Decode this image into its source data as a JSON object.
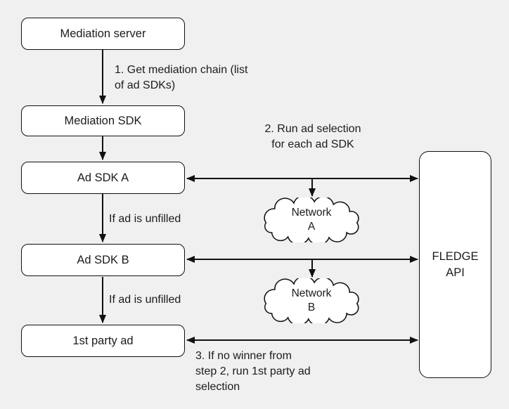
{
  "colors": {
    "background": "#f0f0f0",
    "node_fill": "#ffffff",
    "stroke": "#111111",
    "text": "#1c1c1e"
  },
  "nodes": {
    "mediation_server": {
      "label": "Mediation server"
    },
    "mediation_sdk": {
      "label": "Mediation SDK"
    },
    "ad_sdk_a": {
      "label": "Ad SDK A"
    },
    "ad_sdk_b": {
      "label": "Ad SDK B"
    },
    "first_party_ad": {
      "label": "1st party ad"
    },
    "fledge_api": {
      "label": "FLEDGE\nAPI"
    },
    "network_a": {
      "label": "Network\nA"
    },
    "network_b": {
      "label": "Network\nB"
    }
  },
  "annotations": {
    "step1": "1. Get mediation chain (list\nof ad SDKs)",
    "step2": "2. Run ad selection\nfor each ad SDK",
    "if_unfilled_a": "If ad is unfilled",
    "if_unfilled_b": "If ad is unfilled",
    "step3": "3. If no winner from\nstep 2, run 1st party ad\nselection"
  }
}
